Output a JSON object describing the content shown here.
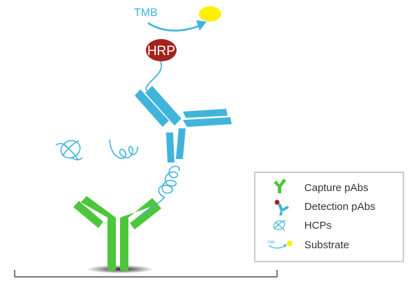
{
  "diagram": {
    "labels": {
      "tmb": "TMB",
      "hrp": "HRP"
    }
  },
  "legend": {
    "items": [
      {
        "label": "Capture pAbs",
        "icon": "capture-antibody-icon"
      },
      {
        "label": "Detection pAbs",
        "icon": "detection-antibody-icon"
      },
      {
        "label": "HCPs",
        "icon": "hcp-icon"
      },
      {
        "label": "Substrate",
        "icon": "substrate-icon"
      }
    ],
    "substrate_icon_text": "TMB"
  },
  "colors": {
    "capture_green": "#4CC63A",
    "detection_blue": "#41B4DC",
    "hrp_red": "#A3231D",
    "substrate_yellow": "#FFEF00",
    "legend_border": "#9a9a9a",
    "baseline": "#4a4a4a"
  }
}
